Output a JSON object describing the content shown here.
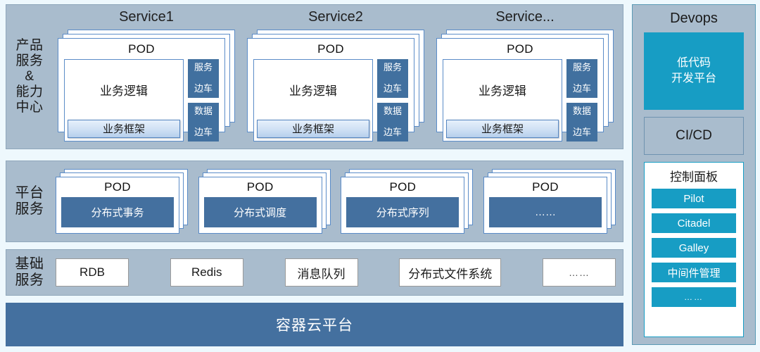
{
  "bands": [
    {
      "id": "product",
      "label": "产品\n服务\n&\n能力\n中心",
      "label_lines": [
        "产品",
        "服务",
        "&",
        "能力",
        "中心"
      ],
      "services": [
        {
          "title": "Service1",
          "pod_title": "POD",
          "business_logic": "业务逻辑",
          "business_framework": "业务框架",
          "sidecars": [
            {
              "line1": "服务",
              "line2": "边车"
            },
            {
              "line1": "数据",
              "line2": "边车"
            }
          ]
        },
        {
          "title": "Service2",
          "pod_title": "POD",
          "business_logic": "业务逻辑",
          "business_framework": "业务框架",
          "sidecars": [
            {
              "line1": "服务",
              "line2": "边车"
            },
            {
              "line1": "数据",
              "line2": "边车"
            }
          ]
        },
        {
          "title": "Service...",
          "pod_title": "POD",
          "business_logic": "业务逻辑",
          "business_framework": "业务框架",
          "sidecars": [
            {
              "line1": "服务",
              "line2": "边车"
            },
            {
              "line1": "数据",
              "line2": "边车"
            }
          ]
        }
      ]
    },
    {
      "id": "platform",
      "label_lines": [
        "平台",
        "服务"
      ],
      "pods": [
        {
          "pod_title": "POD",
          "plate": "分布式事务"
        },
        {
          "pod_title": "POD",
          "plate": "分布式调度"
        },
        {
          "pod_title": "POD",
          "plate": "分布式序列"
        },
        {
          "pod_title": "POD",
          "plate": "……"
        }
      ]
    },
    {
      "id": "infrastructure",
      "label_lines": [
        "基础",
        "服务"
      ],
      "chips": [
        "RDB",
        "Redis",
        "消息队列",
        "分布式文件系统",
        "……"
      ]
    }
  ],
  "cloud_bar": {
    "label": "容器云平台"
  },
  "devops": {
    "title": "Devops",
    "lowcode": {
      "line1": "低代码",
      "line2": "开发平台"
    },
    "cicd": "CI/CD",
    "control_panel": {
      "title": "控制面板",
      "buttons": [
        "Pilot",
        "Citadel",
        "Galley",
        "中间件管理",
        "……"
      ]
    }
  },
  "colors": {
    "page_background": "#eef8fd",
    "band_background": "#a9bccd",
    "band_border": "#8fa7bb",
    "deep_blue": "#44709f",
    "sidecar_blue": "#41709f",
    "teal_accent": "#179dc4",
    "card_border": "#5b8cc8",
    "chip_border": "#9a9a9a",
    "text_dark": "#1a1a1a",
    "text_light": "#ffffff"
  }
}
